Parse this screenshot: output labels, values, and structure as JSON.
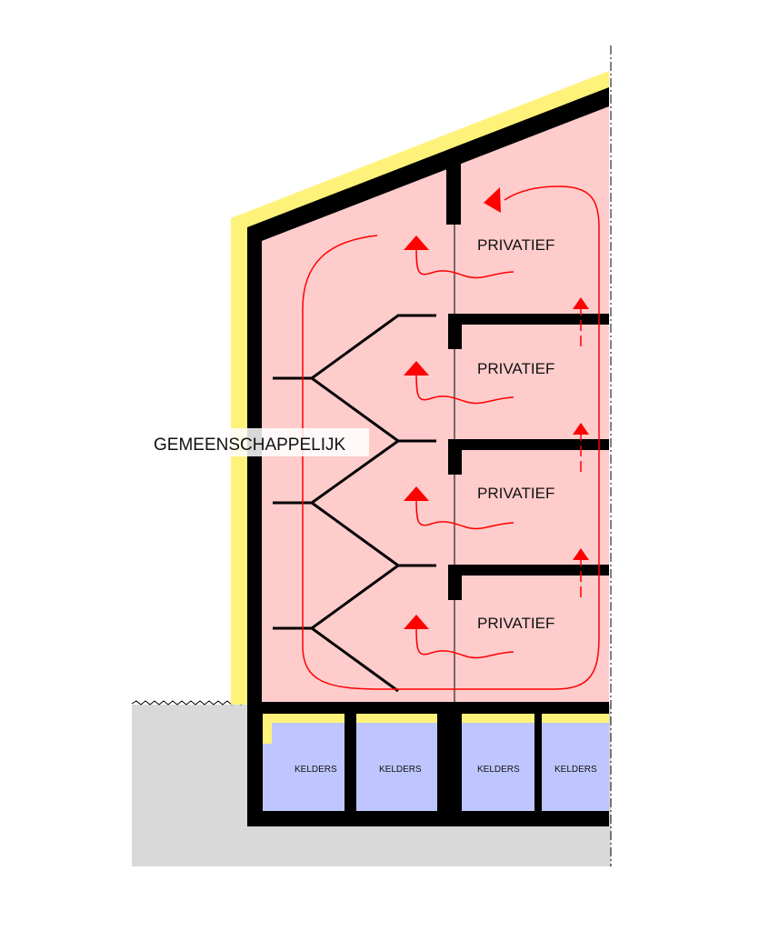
{
  "labels": {
    "common": "GEMEENSCHAPPELIJK",
    "private": [
      "PRIVATIEF",
      "PRIVATIEF",
      "PRIVATIEF",
      "PRIVATIEF"
    ],
    "cellars": [
      "KELDERS",
      "KELDERS",
      "KELDERS",
      "KELDERS"
    ]
  },
  "colors": {
    "private_zone": "#ffcccc",
    "cellar_zone": "#bfc6ff",
    "insulation": "#fff27a",
    "ground": "#d9d9d9",
    "walls": "#000000",
    "airflow": "#ff0000"
  }
}
